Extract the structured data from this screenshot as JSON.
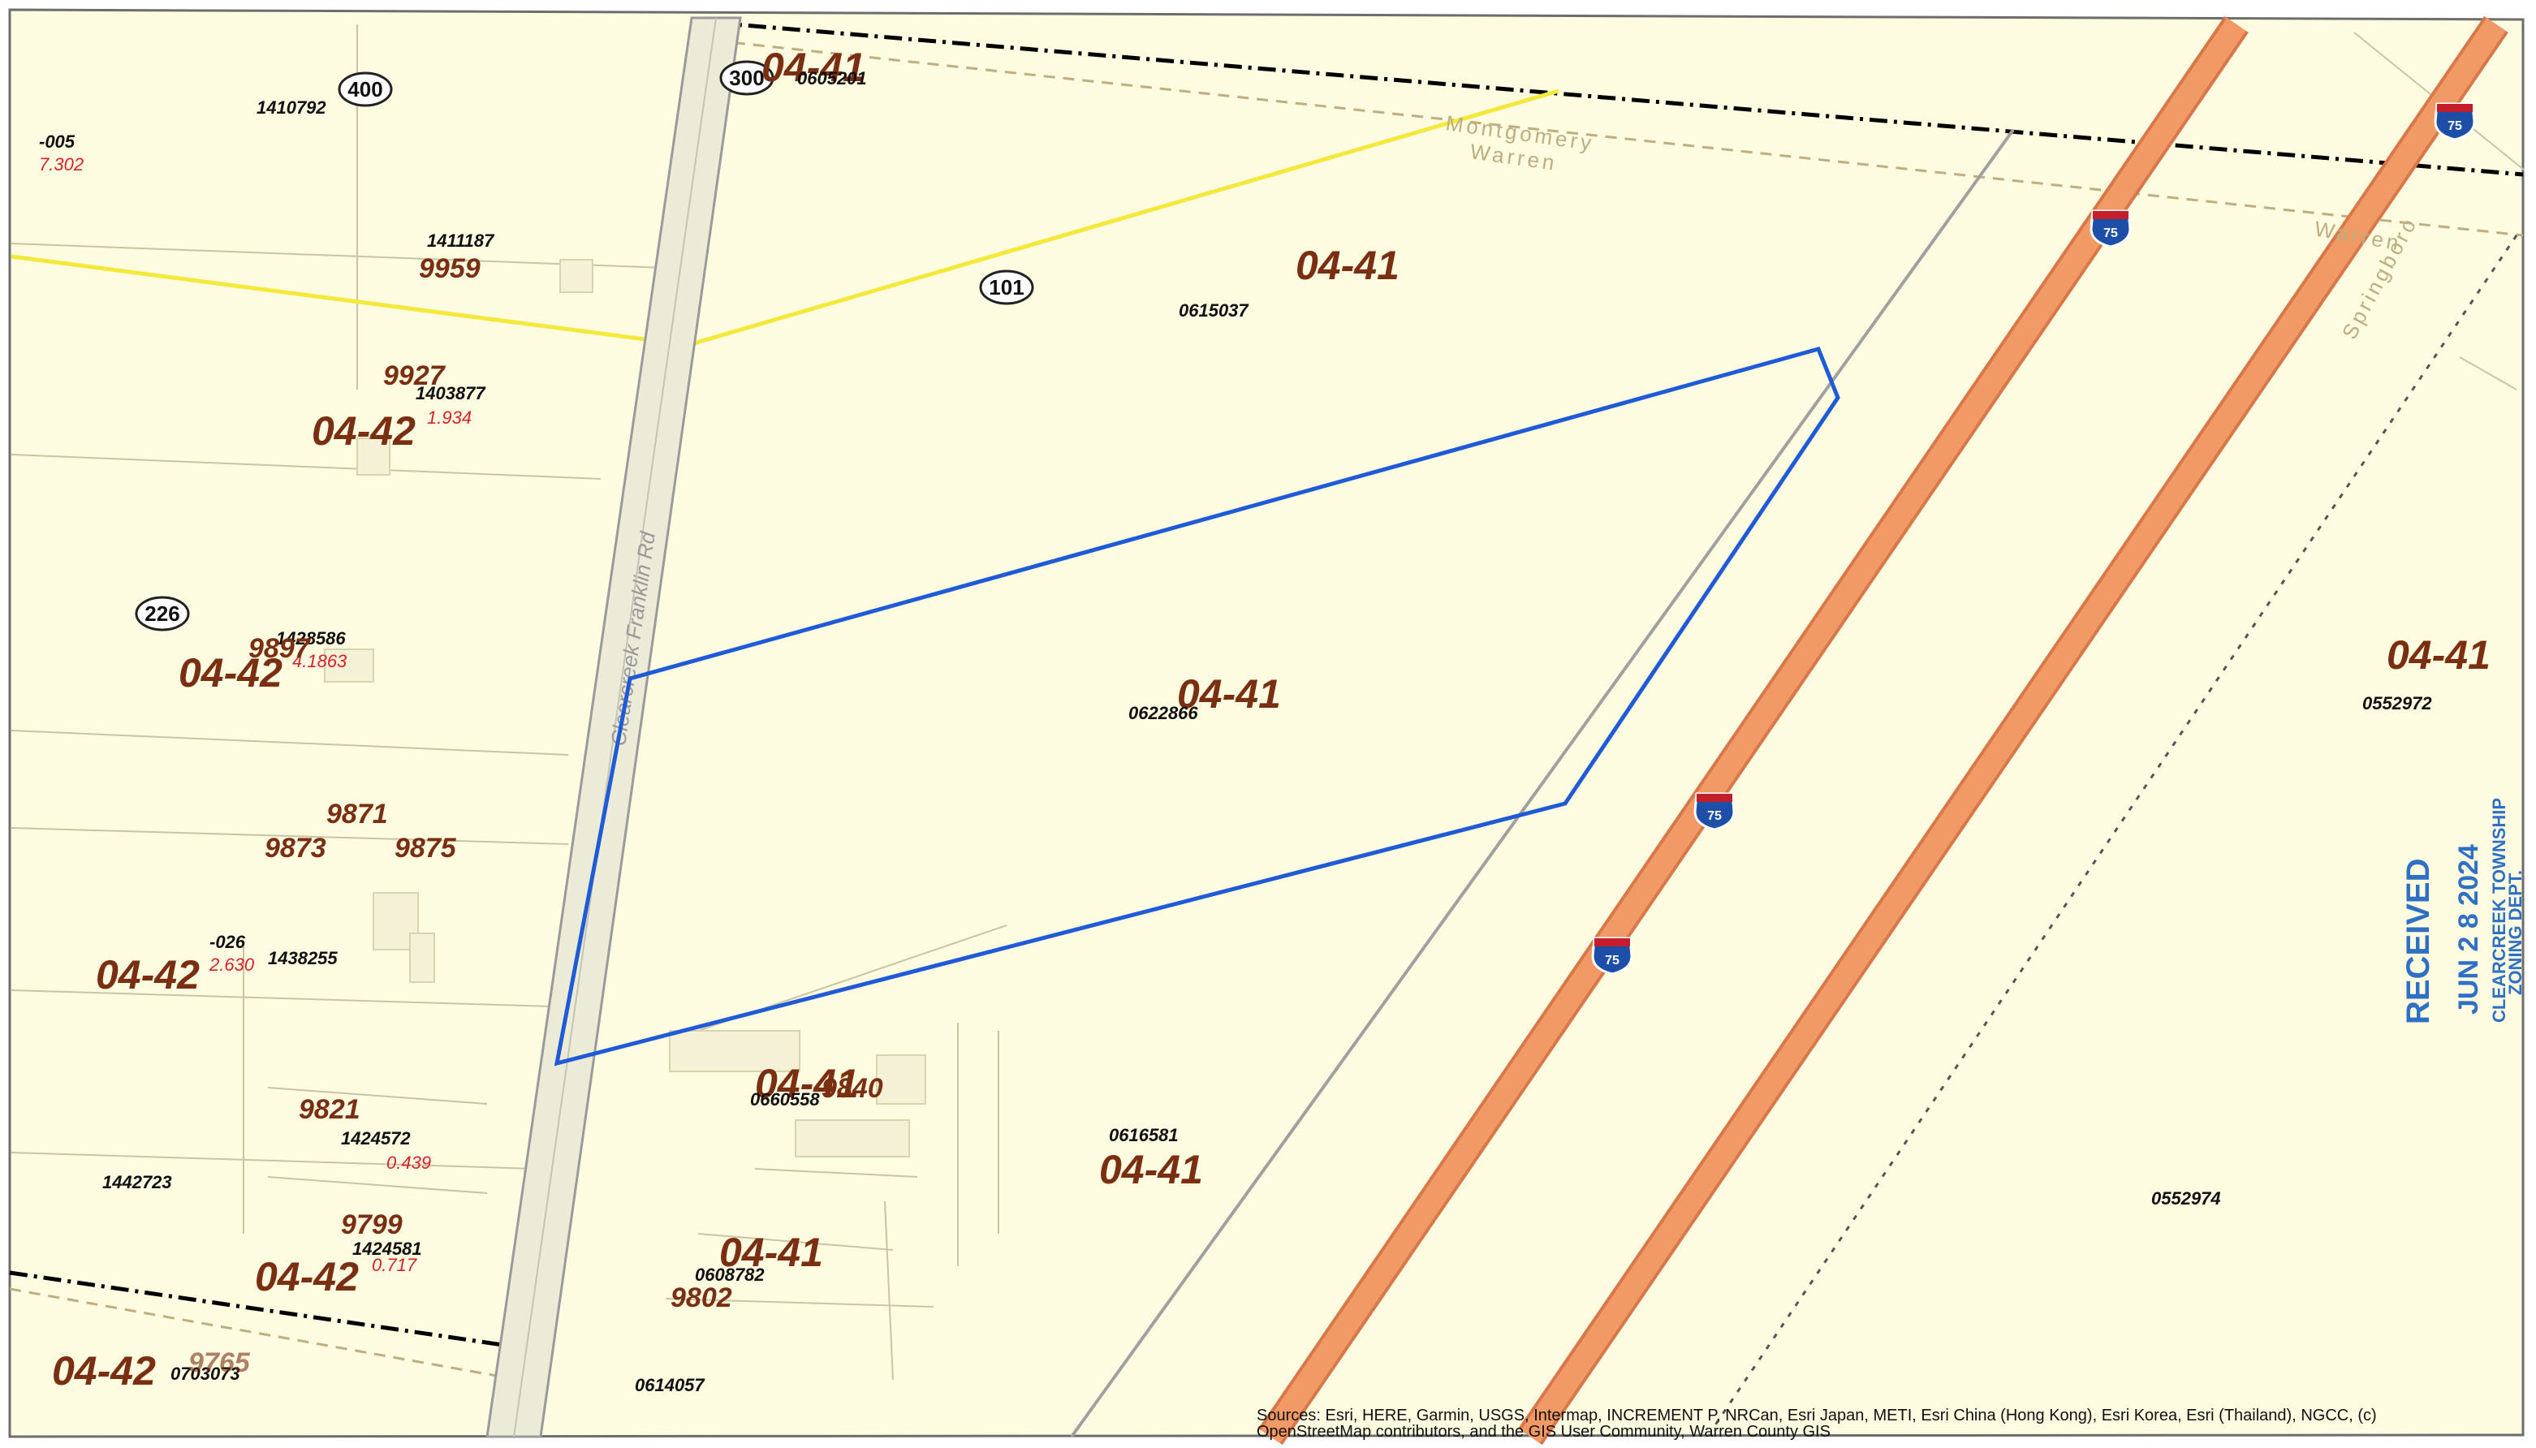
{
  "colors": {
    "background": "#fdfbe0",
    "parcel_line": "#c8c5a6",
    "road": "#9a9a9a",
    "highway": "#f29a66",
    "highway_edge": "#d8784a",
    "subject_outline": "#1f5bd6",
    "county_line": "#f4e83a",
    "zone_text": "#7a2e12",
    "acreage_text": "#d6222a",
    "stamp": "#2f6fc4"
  },
  "zones": [
    {
      "id": "z1",
      "label": "04-41"
    },
    {
      "id": "z2",
      "label": "04-41"
    },
    {
      "id": "z3",
      "label": "04-41"
    },
    {
      "id": "z4",
      "label": "04-41"
    },
    {
      "id": "z5",
      "label": "04-41"
    },
    {
      "id": "z6",
      "label": "04-41"
    },
    {
      "id": "z7",
      "label": "04-41"
    },
    {
      "id": "z8",
      "label": "04-42"
    },
    {
      "id": "z9",
      "label": "04-42"
    },
    {
      "id": "z10",
      "label": "04-42"
    },
    {
      "id": "z11",
      "label": "04-42"
    },
    {
      "id": "z12",
      "label": "04-42"
    }
  ],
  "parcels": {
    "p0605201": "0605201",
    "p0615037": "0615037",
    "p0622866": "0622866",
    "p0552972": "0552972",
    "p0552974": "0552974",
    "p0616581": "0616581",
    "p0660558": "0660558",
    "p0608782": "0608782",
    "p0614057": "0614057",
    "p0703073": "0703073",
    "p1410792": "1410792",
    "p1411187": "1411187",
    "p1403877": "1403877",
    "p1428586": "1428586",
    "p1438255": "1438255",
    "p1424572": "1424572",
    "p1442723": "1442723",
    "p1424581": "1424581",
    "p005": "-005",
    "p026": "-026"
  },
  "acreages": {
    "a7302": "7.302",
    "a1934": "1.934",
    "a41863": "4.1863",
    "a2630": "2.630",
    "a0439": "0.439",
    "a0717": "0.717"
  },
  "addresses": {
    "n9959": "9959",
    "n9927": "9927",
    "n9897": "9897",
    "n9871": "9871",
    "n9873": "9873",
    "n9875": "9875",
    "n9821": "9821",
    "n9799": "9799",
    "n9802": "9802",
    "n9840": "9840",
    "n9765": "9765"
  },
  "route_badges": {
    "r400": "400",
    "r300": "300",
    "r101": "101",
    "r226": "226"
  },
  "interstate": {
    "number": "75"
  },
  "area_names": {
    "montgomery": "Montgomery",
    "warren": "Warren",
    "warren2": "Warren",
    "springboro": "Springboro"
  },
  "road_name": "Clearcreek Franklin Rd",
  "stamp": {
    "received": "RECEIVED",
    "date": "JUN 2 8 2024",
    "line1": "CLEARCREEK TOWNSHIP",
    "line2": "ZONING DEPT."
  },
  "credits": {
    "line1": "Sources: Esri, HERE, Garmin, USGS, Intermap, INCREMENT P, NRCan, Esri Japan, METI, Esri China (Hong Kong), Esri Korea, Esri (Thailand), NGCC, (c)",
    "line2": "OpenStreetMap contributors, and the GIS User Community, Warren County GIS"
  }
}
